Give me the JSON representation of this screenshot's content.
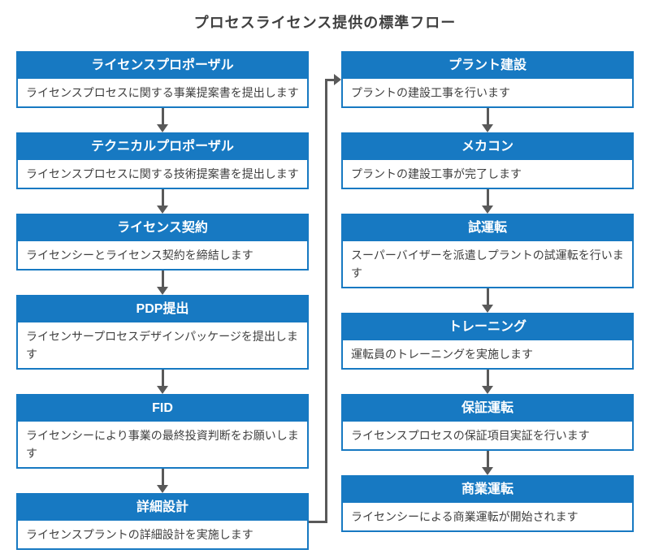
{
  "title": "プロセスライセンス提供の標準フロー",
  "colors": {
    "accent_blue": "#1779C2",
    "arrow_gray": "#595959",
    "text_dark": "#3F3F3F",
    "header_text": "#FFFFFF",
    "background": "#FFFFFF"
  },
  "flow": {
    "left": [
      {
        "label": "ライセンスプロポーザル",
        "description": "ライセンスプロセスに関する事業提案書を提出します"
      },
      {
        "label": "テクニカルプロポーザル",
        "description": "ライセンスプロセスに関する技術提案書を提出します"
      },
      {
        "label": "ライセンス契約",
        "description": "ライセンシーとライセンス契約を締結します"
      },
      {
        "label": "PDP提出",
        "description": "ライセンサープロセスデザインパッケージを提出します"
      },
      {
        "label": "FID",
        "description": "ライセンシーにより事業の最終投資判断をお願いします"
      },
      {
        "label": "詳細設計",
        "description": "ライセンスプラントの詳細設計を実施します"
      }
    ],
    "right": [
      {
        "label": "プラント建設",
        "description": "プラントの建設工事を行います"
      },
      {
        "label": "メカコン",
        "description": "プラントの建設工事が完了します"
      },
      {
        "label": "試運転",
        "description": "スーパーバイザーを派遣しプラントの試運転を行います"
      },
      {
        "label": "トレーニング",
        "description": "運転員のトレーニングを実施します"
      },
      {
        "label": "保証運転",
        "description": "ライセンスプロセスの保証項目実証を行います"
      },
      {
        "label": "商業運転",
        "description": "ライセンシーによる商業運転が開始されます"
      }
    ]
  }
}
